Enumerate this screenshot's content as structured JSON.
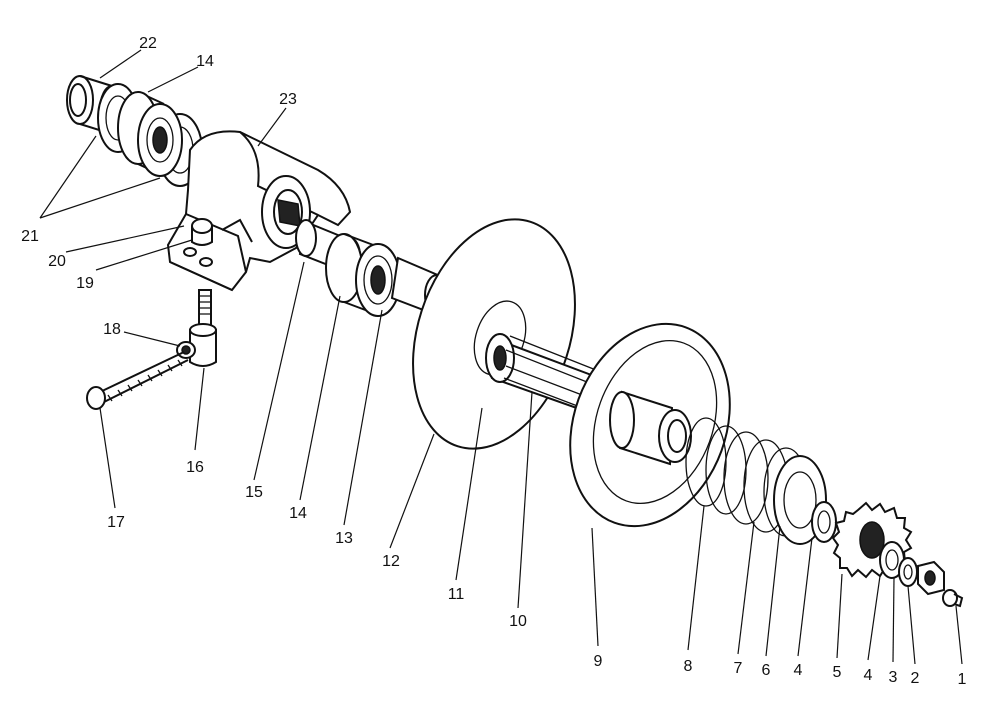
{
  "diagram": {
    "callouts": [
      {
        "id": "label-22",
        "text": "22"
      },
      {
        "id": "label-14-top",
        "text": "14"
      },
      {
        "id": "label-23",
        "text": "23"
      },
      {
        "id": "label-21",
        "text": "21"
      },
      {
        "id": "label-20",
        "text": "20"
      },
      {
        "id": "label-19",
        "text": "19"
      },
      {
        "id": "label-18",
        "text": "18"
      },
      {
        "id": "label-16",
        "text": "16"
      },
      {
        "id": "label-17",
        "text": "17"
      },
      {
        "id": "label-15",
        "text": "15"
      },
      {
        "id": "label-14-bottom",
        "text": "14"
      },
      {
        "id": "label-13",
        "text": "13"
      },
      {
        "id": "label-12",
        "text": "12"
      },
      {
        "id": "label-11",
        "text": "11"
      },
      {
        "id": "label-10",
        "text": "10"
      },
      {
        "id": "label-9",
        "text": "9"
      },
      {
        "id": "label-8",
        "text": "8"
      },
      {
        "id": "label-7",
        "text": "7"
      },
      {
        "id": "label-6",
        "text": "6"
      },
      {
        "id": "label-4-a",
        "text": "4"
      },
      {
        "id": "label-5",
        "text": "5"
      },
      {
        "id": "label-4-b",
        "text": "4"
      },
      {
        "id": "label-3",
        "text": "3"
      },
      {
        "id": "label-2",
        "text": "2"
      },
      {
        "id": "label-1",
        "text": "1"
      }
    ]
  }
}
